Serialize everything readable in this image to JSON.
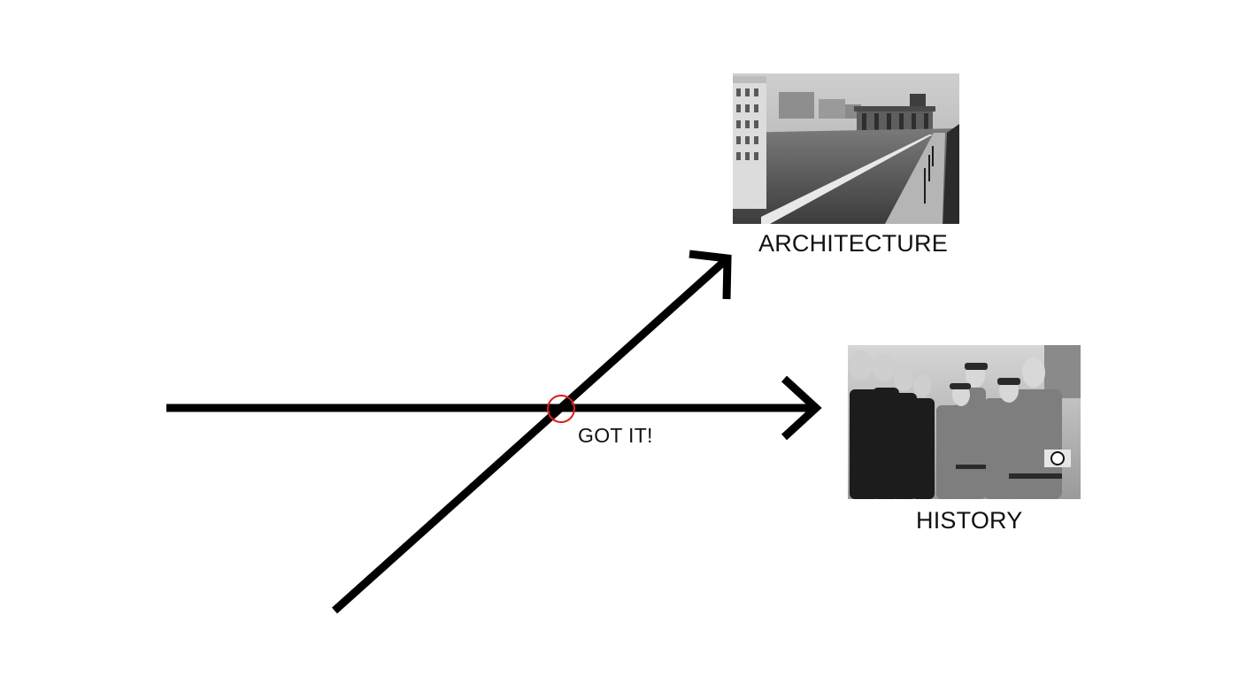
{
  "labels": {
    "architecture": "ARCHITECTURE",
    "history": "HISTORY",
    "intersection": "GOT IT!"
  },
  "photos": {
    "architecture": {
      "subject": "black-and-white photograph of a divided city boulevard with a wall and a monumental gate"
    },
    "history": {
      "subject": "black-and-white photograph of uniformed officers standing in a line"
    }
  },
  "colors": {
    "arrow": "#000000",
    "intersection_marker": "#e01b1b",
    "background": "#ffffff"
  }
}
